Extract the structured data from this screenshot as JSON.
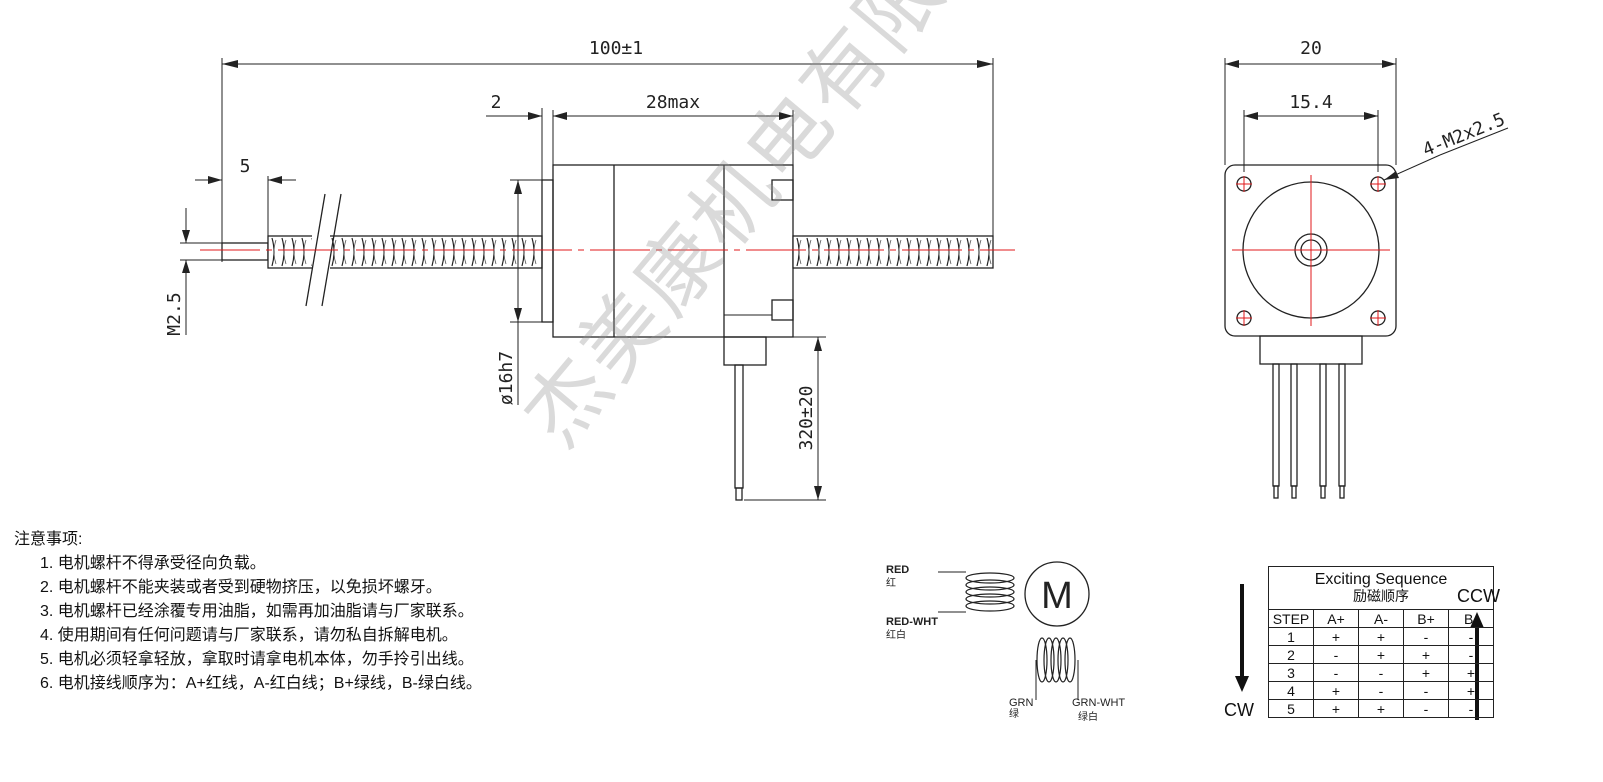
{
  "dimensions": {
    "overall_length": "100±1",
    "flange": "2",
    "body_length": "28max",
    "screw_tip": "5",
    "thread": "M2.5",
    "pilot_diameter": "ø16h7",
    "lead_length": "320±20",
    "width": "20",
    "hole_spacing": "15.4",
    "mount_holes": "4-M2x2.5"
  },
  "notes": {
    "title": "注意事项:",
    "items": [
      "1. 电机螺杆不得承受径向负载。",
      "2. 电机螺杆不能夹装或者受到硬物挤压，以免损坏螺牙。",
      "3. 电机螺杆已经涂覆专用油脂，如需再加油脂请与厂家联系。",
      "4. 使用期间有任何问题请与厂家联系，请勿私自拆解电机。",
      "5. 电机必须轻拿轻放，拿取时请拿电机本体，勿手拎引出线。",
      "6. 电机接线顺序为：A+红线，A-红白线；B+绿线，B-绿白线。"
    ]
  },
  "wiring": {
    "motor_symbol": "M",
    "red": "RED",
    "red_cn": "红",
    "red_wht": "RED-WHT",
    "red_wht_cn": "红白",
    "grn": "GRN",
    "grn_cn": "绿",
    "grn_wht": "GRN-WHT",
    "grn_wht_cn": "绿白"
  },
  "sequence": {
    "title": "Exciting Sequence",
    "title_cn": "励磁顺序",
    "headers": [
      "STEP",
      "A+",
      "A-",
      "B+",
      "B-"
    ],
    "rows": [
      [
        "1",
        "+",
        "+",
        "-",
        "-"
      ],
      [
        "2",
        "-",
        "+",
        "+",
        "-"
      ],
      [
        "3",
        "-",
        "-",
        "+",
        "+"
      ],
      [
        "4",
        "+",
        "-",
        "-",
        "+"
      ],
      [
        "5",
        "+",
        "+",
        "-",
        "-"
      ]
    ],
    "ccw_label": "CCW",
    "cw_label": "CW"
  },
  "watermark": "杰美康机电有限公司",
  "colors": {
    "centerline": "#e0191b",
    "line": "#222222"
  }
}
